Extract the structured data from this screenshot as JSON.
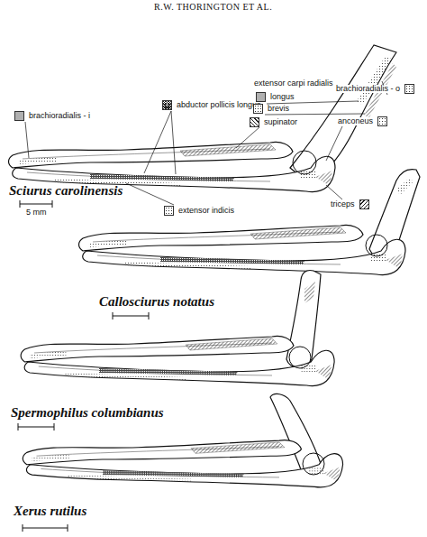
{
  "diagram": {
    "labels": [
      "R.W. THORINGTON ET AL.",
      "extensor carpi radialis",
      "Sciurus carolinensis",
      "5 mm",
      "Callosciurus notatus",
      "Spermophilus columbianus",
      "Xerus rutilus"
    ],
    "legend": [
      {
        "text": "brachioradialis - i"
      },
      {
        "text": "abductor pollicis longus"
      },
      {
        "text": "longus"
      },
      {
        "text": "brevis"
      },
      {
        "text": "brachioradialis - o"
      },
      {
        "text": "supinator"
      },
      {
        "text": "anconeus"
      },
      {
        "text": "extensor indicis"
      },
      {
        "text": "triceps"
      }
    ]
  }
}
